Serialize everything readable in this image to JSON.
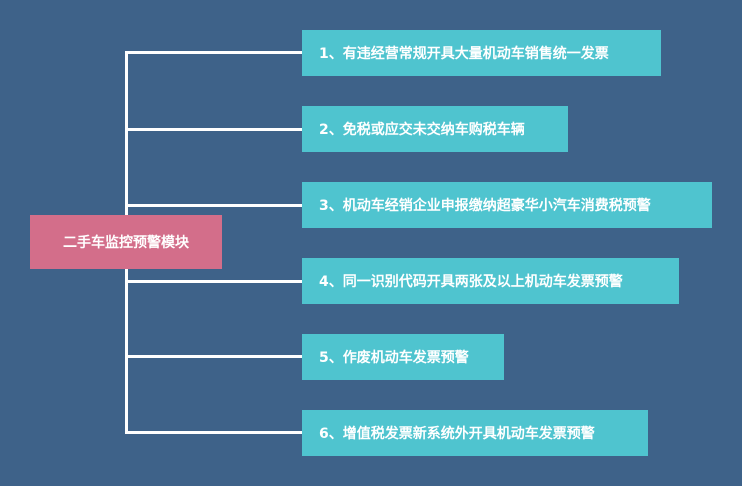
{
  "diagram": {
    "root": {
      "label": "二手车监控预警模块"
    },
    "children": [
      {
        "label": "1、有违经营常规开具大量机动车销售统一发票"
      },
      {
        "label": "2、免税或应交未交纳车购税车辆"
      },
      {
        "label": "3、机动车经销企业申报缴纳超豪华小汽车消费税预警"
      },
      {
        "label": "4、同一识别代码开具两张及以上机动车发票预警"
      },
      {
        "label": "5、作废机动车发票预警"
      },
      {
        "label": "6、增值税发票新系统外开具机动车发票预警"
      }
    ],
    "colors": {
      "background": "#3e6289",
      "root_fill": "#d36e8a",
      "child_fill": "#4fc4cf",
      "connector": "#ffffff",
      "text": "#ffffff"
    }
  }
}
